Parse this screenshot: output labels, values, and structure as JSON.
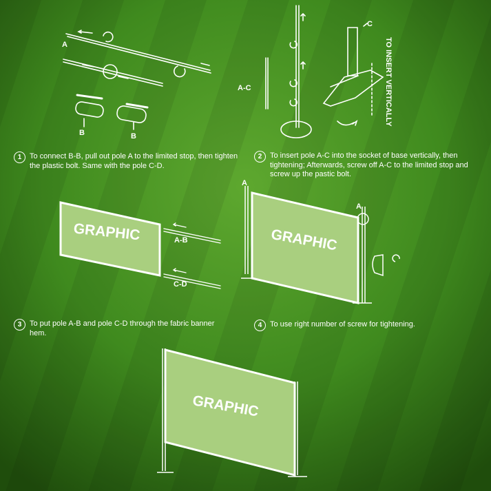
{
  "steps": [
    {
      "number": "1",
      "text": "To connect B-B, pull out pole A to the limited stop, then tighten the plastic bolt. Same with the pole C-D."
    },
    {
      "number": "2",
      "text": "To insert pole A-C into the socket of base vertically, then tightening; Afterwards, screw off A-C to the limited stop and screw up the pastic bolt."
    },
    {
      "number": "3",
      "text": "To put pole A-B and pole C-D through the fabric banner hem."
    },
    {
      "number": "4",
      "text": "To use right number of screw for tightening."
    }
  ],
  "labels": {
    "pole_a": "A",
    "pole_b": "B",
    "pole_c": "C",
    "pole_ac": "A-C",
    "pole_ab": "A-B",
    "pole_cd": "C-D",
    "insert_vertically": "TO INSERT VERTICALLY",
    "graphic": "GRAPHIC"
  },
  "colors": {
    "grass_dark": "#2f6e14",
    "grass_light": "#4f9a26",
    "banner_fill": "#a9cf7f",
    "line": "#ffffff"
  }
}
